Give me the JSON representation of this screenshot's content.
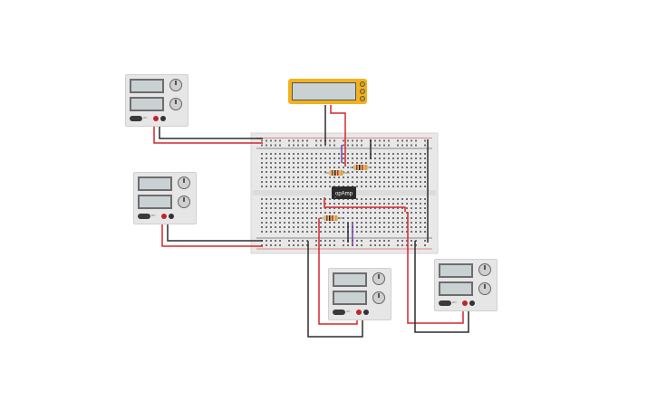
{
  "workspace": {
    "background": "#ffffff",
    "wire_colors": {
      "red": "#d7262a",
      "black": "#2d2d2d",
      "purple": "#7b3fa8"
    }
  },
  "ic": {
    "label": "opAmp"
  },
  "power_supplies": [
    {
      "id": "psu-top-left",
      "button_label": "on"
    },
    {
      "id": "psu-mid-left",
      "button_label": "on"
    },
    {
      "id": "psu-bottom-center",
      "button_label": "on"
    },
    {
      "id": "psu-bottom-right",
      "button_label": "on"
    }
  ],
  "multimeter": {
    "color": "#f3b21d"
  },
  "breadboard": {
    "color": "#e8e8e8"
  }
}
